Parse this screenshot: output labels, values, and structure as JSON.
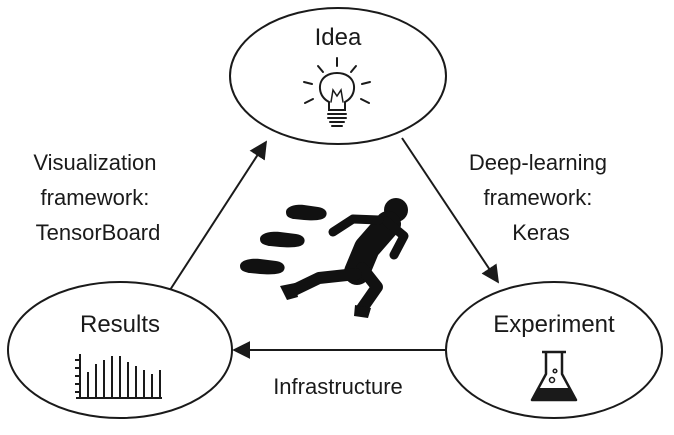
{
  "nodes": {
    "idea": {
      "label": "Idea",
      "icon": "lightbulb-icon"
    },
    "experiment": {
      "label": "Experiment",
      "icon": "flask-icon"
    },
    "results": {
      "label": "Results",
      "icon": "bar-chart-icon"
    }
  },
  "edges": {
    "results_to_idea": {
      "lines": [
        "Visualization",
        "framework:",
        "TensorBoard"
      ]
    },
    "idea_to_experiment": {
      "lines": [
        "Deep-learning",
        "framework:",
        "Keras"
      ]
    },
    "experiment_to_results": {
      "lines": [
        "Infrastructure"
      ]
    }
  },
  "center": {
    "icon": "running-figure-icon"
  },
  "colors": {
    "stroke": "#1a1a1a",
    "background": "#ffffff"
  }
}
